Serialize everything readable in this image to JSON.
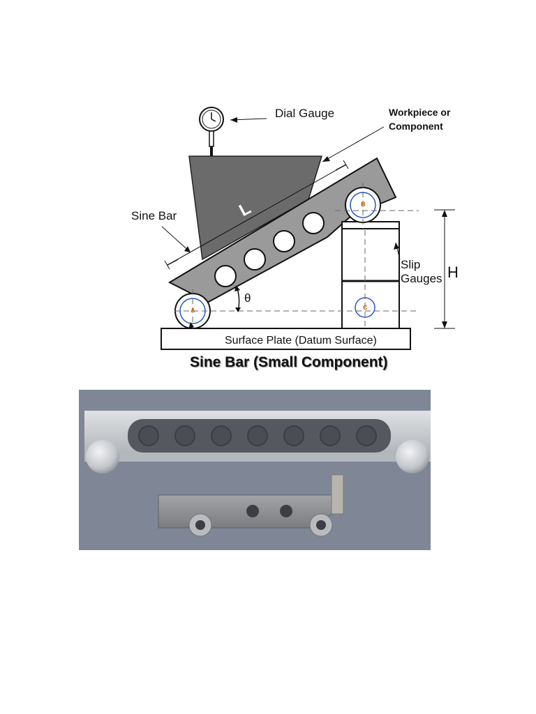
{
  "diagram": {
    "labels": {
      "dial_gauge": "Dial Gauge",
      "workpiece": "Workpiece or",
      "workpiece_line2": "Component",
      "sine_bar": "Sine Bar",
      "length": "L",
      "slip": "Slip",
      "gauges": "Gauges",
      "height": "H",
      "theta": "θ",
      "roller_a": "A",
      "roller_b": "B",
      "block_c": "C",
      "surface_plate": "Surface Plate (Datum Surface)"
    },
    "caption": "Sine Bar (Small Component)",
    "colors": {
      "workpiece": "#6b6b6b",
      "sine_bar": "#9a9a9a",
      "roller_ring": "#2255cc",
      "roller_letter": "#cc6600",
      "outline": "#111111"
    }
  },
  "photo": {
    "colors": {
      "background": "#7f8796",
      "bar_metal": "#c9ccd0",
      "slot": "#55595f",
      "small_bar": "#8f9093"
    }
  }
}
